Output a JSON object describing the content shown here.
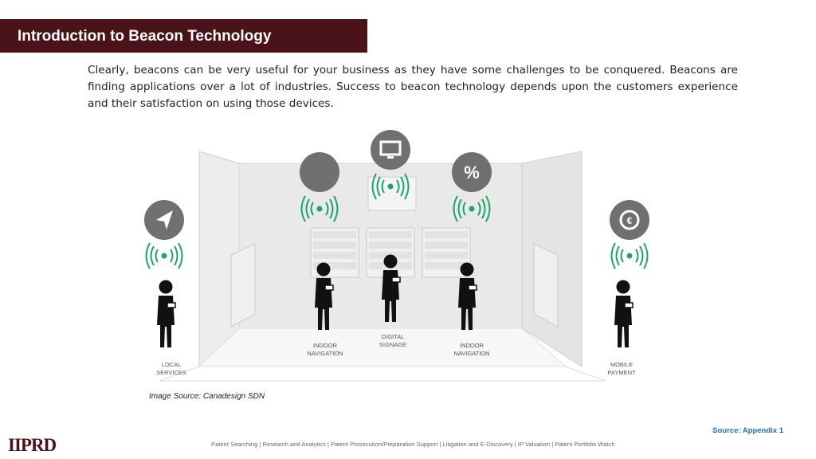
{
  "header": {
    "title": "Introduction to Beacon Technology"
  },
  "intro": {
    "paragraph": "Clearly, beacons can be very useful for your business as they have some challenges to be conquered. Beacons are finding applications over a lot of industries. Success to beacon technology depends upon the customers experience and their satisfaction on using those devices."
  },
  "illustration": {
    "labels": [
      {
        "line1": "LOCAL",
        "line2": "SERVICES",
        "icon": "navigation-arrow-icon"
      },
      {
        "line1": "INDOOR",
        "line2": "NAVIGATION",
        "icon": "compass-icon"
      },
      {
        "line1": "DIGITAL",
        "line2": "SIGNAGE",
        "icon": "monitor-icon"
      },
      {
        "line1": "INDOOR",
        "line2": "NAVIGATION",
        "icon": "percent-icon"
      },
      {
        "line1": "MOBILE",
        "line2": "PAYMENT",
        "icon": "euro-coin-icon"
      }
    ],
    "percent_symbol": "%",
    "euro_symbol": "€"
  },
  "image_source": "Image Source: Canadesign SDN",
  "source_note": "Source: Appendix 1",
  "footer": {
    "logo_text": "IIPRD",
    "services": "Patent Searching | Research and Analytics | Patent Prosecution/Preparation Support | Litigation and E-Discovery | IP Valuation | Patent Portfolio Watch"
  },
  "colors": {
    "title_bar": "#4a1319",
    "beacon_green": "#1aa566",
    "icon_circle": "#707070",
    "source_link": "#1f6fb2"
  }
}
